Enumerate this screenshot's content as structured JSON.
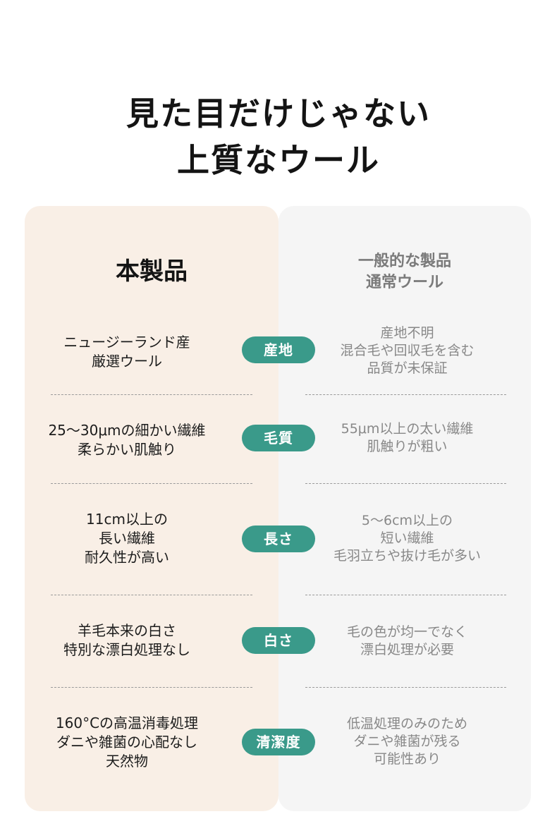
{
  "headline": [
    "見た目だけじゃない",
    "上質なウール"
  ],
  "left_title": "本製品",
  "right_title": [
    "一般的な製品",
    "通常ウール"
  ],
  "rows": [
    {
      "badge": "産地",
      "left": [
        "ニュージーランド産",
        "厳選ウール"
      ],
      "right": [
        "産地不明",
        "混合毛や回収毛を含む",
        "品質が未保証"
      ]
    },
    {
      "badge": "毛質",
      "left": [
        "25〜30μmの細かい繊維",
        "柔らかい肌触り"
      ],
      "right": [
        "55μm以上の太い繊維",
        "肌触りが粗い"
      ]
    },
    {
      "badge": "長さ",
      "left": [
        "11cm以上の",
        "長い繊維",
        "耐久性が高い"
      ],
      "right": [
        "5〜6cm以上の",
        "短い繊維",
        "毛羽立ちや抜け毛が多い"
      ]
    },
    {
      "badge": "白さ",
      "left": [
        "羊毛本来の白さ",
        "特別な漂白処理なし"
      ],
      "right": [
        "毛の色が均一でなく",
        "漂白処理が必要"
      ]
    },
    {
      "badge": "清潔度",
      "left": [
        "160°Cの高温消毒処理",
        "ダニや雑菌の心配なし",
        "天然物"
      ],
      "right": [
        "低温処理のみのため",
        "ダニや雑菌が残る",
        "可能性あり"
      ]
    }
  ]
}
